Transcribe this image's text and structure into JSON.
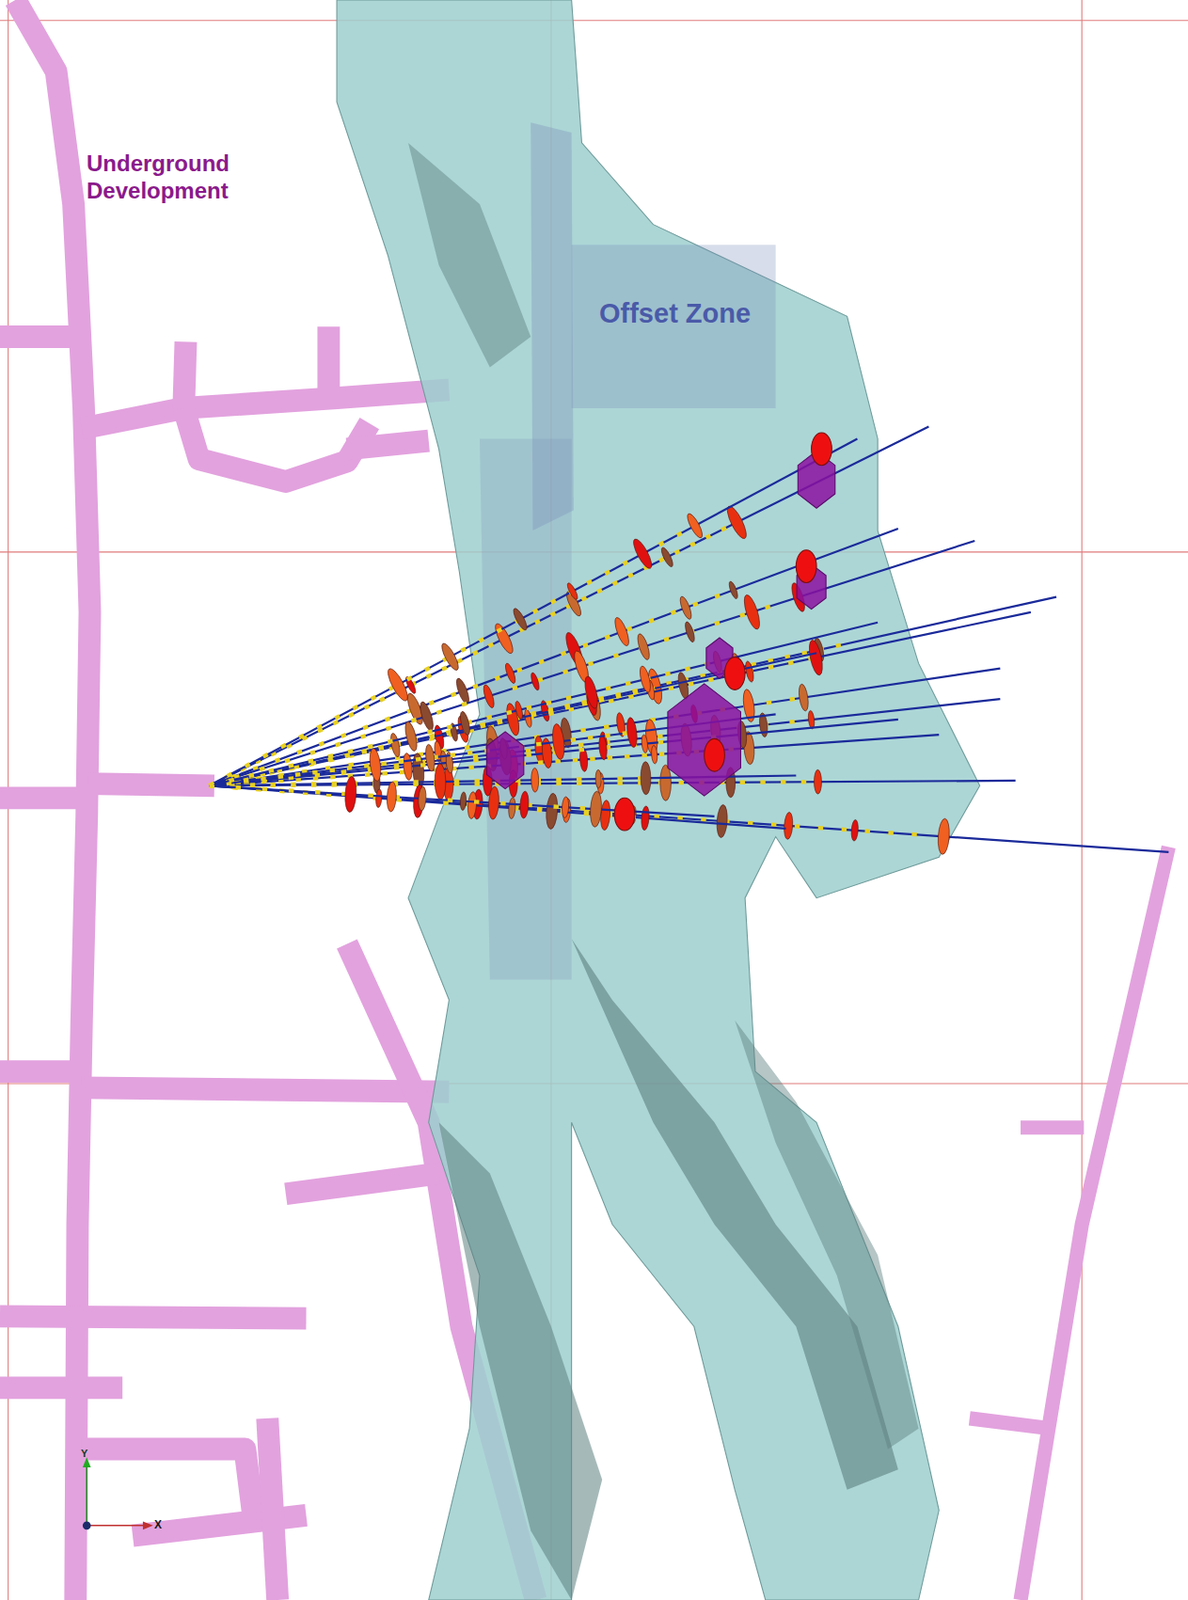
{
  "diagram": {
    "labels": [
      "Underground Development",
      "Offset Zone",
      "Y",
      "X"
    ]
  }
}
